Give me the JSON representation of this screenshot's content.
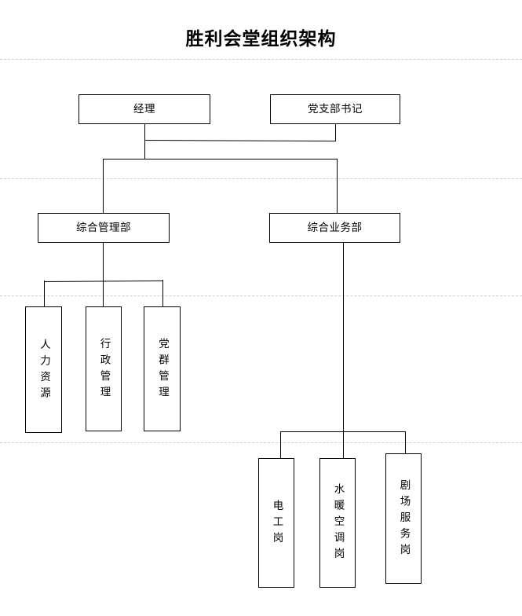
{
  "document": {
    "title": "胜利会堂组织架构"
  },
  "org_chart": {
    "type": "tree",
    "levels": [
      {
        "level": 1,
        "nodes": [
          {
            "id": "manager",
            "label": "经理",
            "orientation": "horizontal"
          },
          {
            "id": "party-secretary",
            "label": "党支部书记",
            "orientation": "horizontal"
          }
        ]
      },
      {
        "level": 2,
        "nodes": [
          {
            "id": "general-management-dept",
            "label": "综合管理部",
            "orientation": "horizontal",
            "parent": "manager"
          },
          {
            "id": "general-business-dept",
            "label": "综合业务部",
            "orientation": "horizontal",
            "parent": "manager"
          }
        ]
      },
      {
        "level": 3,
        "nodes": [
          {
            "id": "human-resources",
            "label": "人力资源",
            "orientation": "vertical",
            "parent": "general-management-dept"
          },
          {
            "id": "administrative-management",
            "label": "行政管理",
            "orientation": "vertical",
            "parent": "general-management-dept"
          },
          {
            "id": "party-mass-management",
            "label": "党群管理",
            "orientation": "vertical",
            "parent": "general-management-dept"
          },
          {
            "id": "electrician-post",
            "label": "电工岗",
            "orientation": "vertical",
            "parent": "general-business-dept"
          },
          {
            "id": "hvac-post",
            "label": "水暖空调岗",
            "orientation": "vertical",
            "parent": "general-business-dept"
          },
          {
            "id": "theater-service-post",
            "label": "剧场服务岗",
            "orientation": "vertical",
            "parent": "general-business-dept"
          }
        ]
      }
    ]
  },
  "colors": {
    "box_border": "#000000",
    "connector": "#000000",
    "text": "#000000",
    "page_background": "#ffffff",
    "guide_line": "#cfcfcf"
  }
}
